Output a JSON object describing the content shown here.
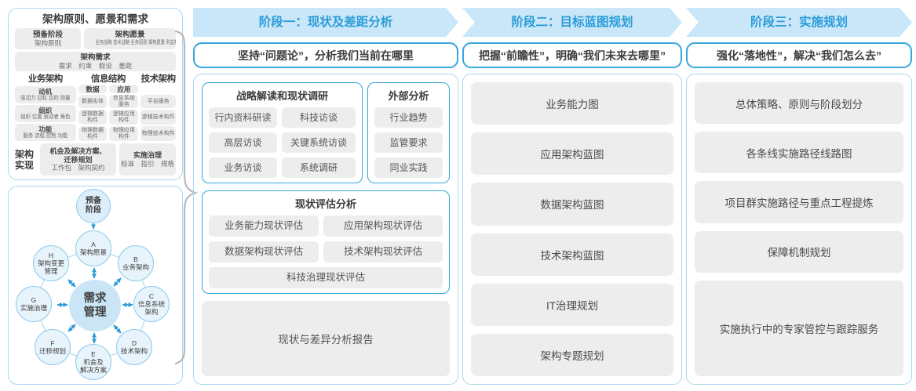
{
  "colors": {
    "accent_blue": "#2b9cd8",
    "band_bg": "#c9e7f8",
    "border_blue": "#35a7dd",
    "light_border": "#a6d9f2",
    "box_gray": "#ededed",
    "circle_fill": "#c9e5f6",
    "arrow_blue": "#2e9bd6"
  },
  "left_panel": {
    "title": "架构原则、愿景和需求",
    "prep_box": {
      "title": "预备阶段",
      "text": "架构原则"
    },
    "vision_box": {
      "title": "架构愿景",
      "text": "业务战略 技术战略 业务原则 架构愿景 利益相关者"
    },
    "requirement_box": {
      "title": "架构需求",
      "text": "需求　约束　假设　差距"
    },
    "business_arch": {
      "title": "业务架构",
      "items": [
        {
          "title": "动机",
          "text": "驱动力 目标 目的 测量"
        },
        {
          "title": "组织",
          "text": "组织 位置 驱动者 角色"
        },
        {
          "title": "功能",
          "text": "服务 流程 控制 功能"
        }
      ]
    },
    "info_struct": {
      "title": "信息结构",
      "data_col": {
        "title": "数据",
        "items": [
          "数据实体",
          "逻辑数据构件",
          "物理数据构件"
        ]
      },
      "app_col": {
        "title": "应用",
        "items": [
          "信息系统服务",
          "逻辑应用构件",
          "物理应用构件"
        ]
      }
    },
    "tech_arch": {
      "title": "技术架构",
      "items": [
        "平台服务",
        "逻辑技术构件",
        "物理技术构件"
      ]
    },
    "implementation": {
      "label": "架构\n实现",
      "boxes": [
        {
          "title": "机会及解决方案、\n迁移规划",
          "text": "工作包　架构契约"
        },
        {
          "title": "实施治理",
          "text": "标准　指引　规格"
        }
      ]
    }
  },
  "cycle": {
    "nodes": {
      "prep": "预备\n阶段",
      "a": "A\n架构愿景",
      "b": "B\n业务架构",
      "c": "C\n信息系统\n架构",
      "d": "D\n技术架构",
      "e": "E\n机会及\n解决方案",
      "f": "F\n迁移规划",
      "g": "G\n实施治理",
      "h": "H\n架构变更\n管理",
      "center": "需求\n管理"
    }
  },
  "phases": [
    {
      "header": "阶段一：现状及差距分析",
      "subheader": "坚持“问题论”，分析我们当前在哪里",
      "strategy": {
        "title": "战略解读和现状调研",
        "items": [
          "行内资料研读",
          "科技访谈",
          "高层访谈",
          "关键系统访谈",
          "业务访谈",
          "系统调研"
        ]
      },
      "external": {
        "title": "外部分析",
        "items": [
          "行业趋势",
          "监管要求",
          "同业实践"
        ]
      },
      "assessment": {
        "title": "现状评估分析",
        "items": [
          "业务能力现状评估",
          "应用架构现状评估",
          "数据架构现状评估",
          "技术架构现状评估",
          "科技治理现状评估"
        ]
      },
      "report": "现状与差异分析报告"
    },
    {
      "header": "阶段二：目标蓝图规划",
      "subheader": "把握“前瞻性”，明确“我们未来去哪里”",
      "items": [
        "业务能力图",
        "应用架构蓝图",
        "数据架构蓝图",
        "技术架构蓝图",
        "IT治理规划",
        "架构专题规划"
      ]
    },
    {
      "header": "阶段三：实施规划",
      "subheader": "强化“落地性”，解决“我们怎么去”",
      "items": [
        "总体策略、原则与阶段划分",
        "各条线实施路径线路图",
        "项目群实施路径与重点工程提炼",
        "保障机制规划",
        "实施执行中的专家管控与跟踪服务"
      ]
    }
  ]
}
